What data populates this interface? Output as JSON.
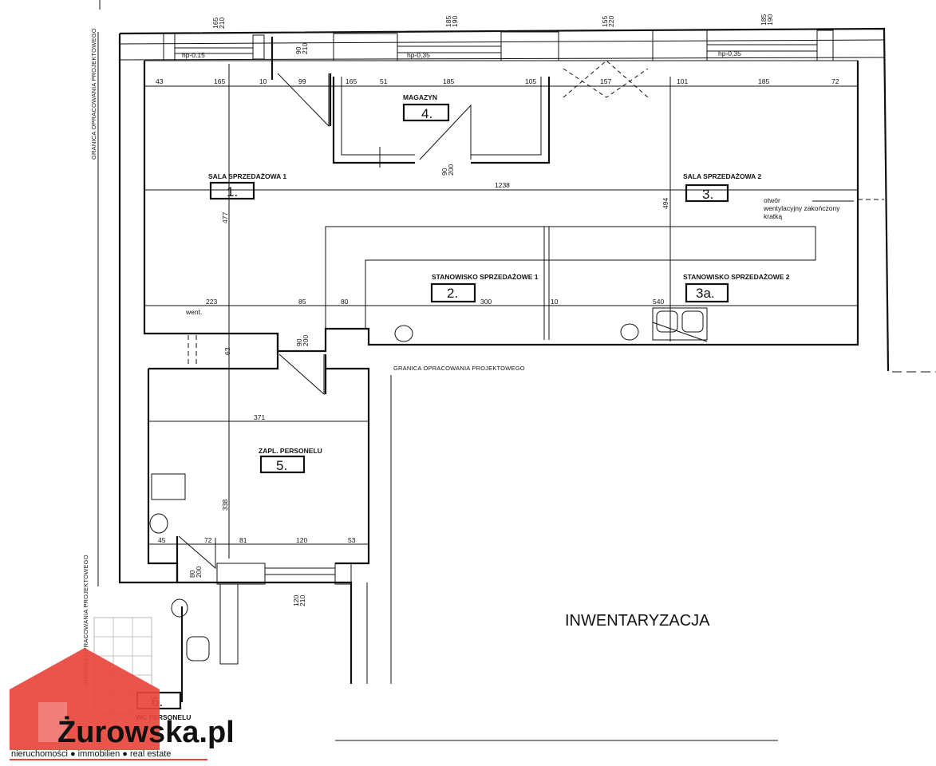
{
  "drawing": {
    "title": "INWENTARYZACJA",
    "boundary_label": "GRANICA OPRACOWANIA PROJEKTOWEGO",
    "vent_note_lines": [
      "otwór",
      "wentylacyjny zakończony",
      "kratką"
    ],
    "went_label": "went."
  },
  "rooms": [
    {
      "number": "1.",
      "name": "SALA SPRZEDAŻOWA 1"
    },
    {
      "number": "2.",
      "name": "STANOWISKO SPRZEDAŻOWE 1"
    },
    {
      "number": "3.",
      "name": "SALA SPRZEDAŻOWA 2"
    },
    {
      "number": "3a.",
      "name": "STANOWISKO SPRZEDAŻOWE 2"
    },
    {
      "number": "4.",
      "name": "MAGAZYN"
    },
    {
      "number": "5.",
      "name": "ZAPL. PERSONELU"
    },
    {
      "number": "6.",
      "name": "WC PERSONELU"
    }
  ],
  "dimensions": {
    "top_row": [
      "43",
      "165",
      "10",
      "99",
      "165",
      "51",
      "185",
      "105",
      "157",
      "101",
      "185",
      "72"
    ],
    "openings": [
      "165\n210",
      "90\n210",
      "185\n190",
      "155\n220",
      "185\n190"
    ],
    "sills": [
      "hp-0,15",
      "hp-0,35",
      "hp-0,35"
    ],
    "length_main": "1238",
    "height_left": "477",
    "height_right": "494",
    "mid_row": [
      "223",
      "85",
      "80",
      "300",
      "10",
      "540"
    ],
    "door_magazyn": "90\n200",
    "door_staff": "90\n200",
    "left_63": "63",
    "width_371": "371",
    "height_338": "338",
    "bottom_row": [
      "45",
      "72",
      "81",
      "120",
      "53"
    ],
    "door_wc": "80\n200",
    "window_bottom": "120\n210"
  },
  "logo": {
    "brand": "Żurowska.pl",
    "tagline": "nieruchomości ● immobilien ● real estate",
    "color_red": "#e8453c",
    "color_dark": "#2b2b2b"
  }
}
